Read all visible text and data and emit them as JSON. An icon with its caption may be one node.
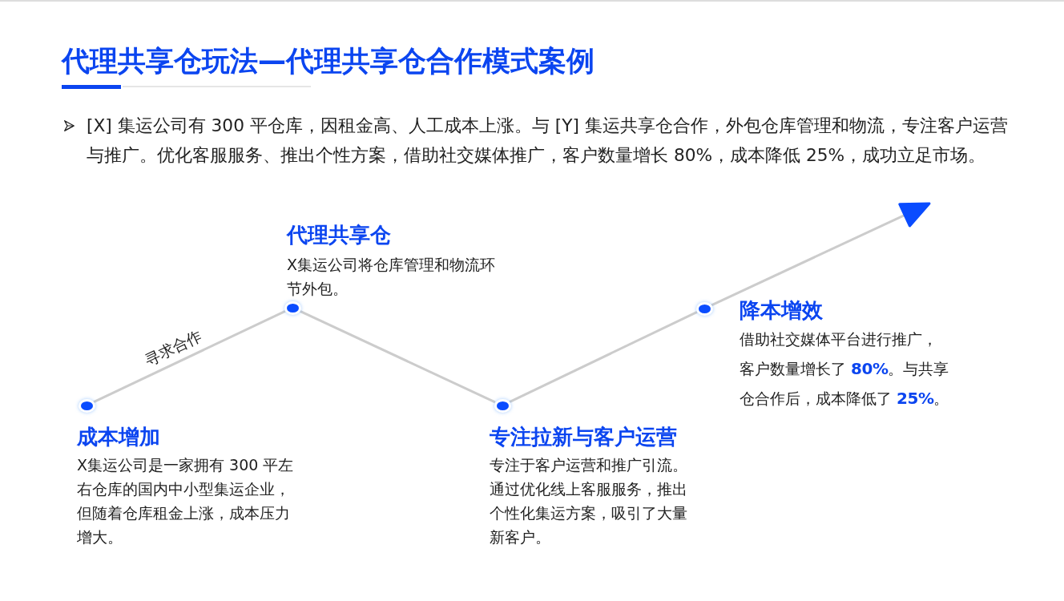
{
  "diagram": {
    "title": "代理共享仓玩法—代理共享仓合作模式案例",
    "nodes": [
      {
        "text": [],
        "shape": "circle",
        "beside": [
          "成本增加",
          "X集运公司是一家拥有 300 平左右仓库的国内中小型集运企业，但随着仓库租金上涨，成本压力增大。"
        ]
      },
      {
        "text": [],
        "shape": "circle",
        "beside": [
          "代理共享仓",
          "X集运公司将仓库管理和物流环节外包。"
        ]
      },
      {
        "text": [],
        "shape": "circle",
        "beside": [
          "专注拉新与客户运营",
          "专注于客户运营和推广引流。通过优化线上客服服务，推出个性化集运方案，吸引了大量新客户。"
        ]
      },
      {
        "text": [],
        "shape": "circle",
        "beside": [
          "降本增效",
          "借助社交媒体平台进行推广，客户数量增长了 **80%**。与共享仓合作后，成本降低了 **25%**。"
        ]
      }
    ],
    "edges": [
      {
        "from": 0,
        "to": 1,
        "arrow": "none",
        "label": "寻求合作"
      },
      {
        "from": 1,
        "to": 2,
        "arrow": "none"
      },
      {
        "from": 2,
        "to": 3,
        "arrow": "none"
      },
      {
        "from": 3,
        "to": null,
        "arrow": "to"
      }
    ],
    "labels": [
      "[X] 集运公司有 300 平仓库，因租金高、人工成本上涨。与 [Y] 集运共享仓合作，外包仓库管理和物流，专注客户运营与推广。优化客服服务、推出个性方案，借助社交媒体推广，客户数量增长 80%，成本降低 25%，成功立足市场。"
    ]
  }
}
